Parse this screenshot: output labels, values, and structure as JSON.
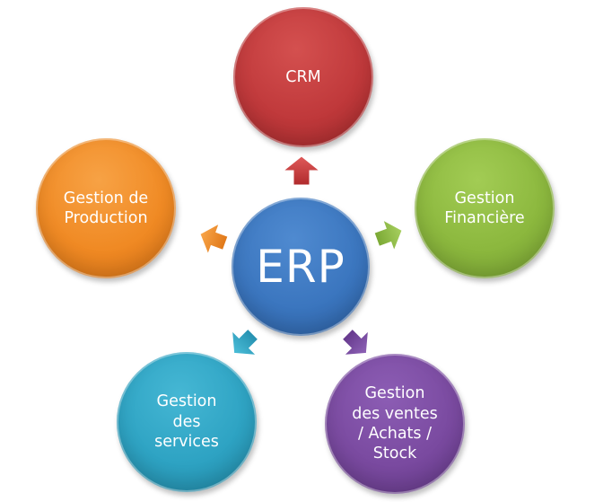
{
  "diagram": {
    "type": "radial-hub",
    "center": {
      "label": "ERP",
      "color": "#3b76bf"
    },
    "nodes": [
      {
        "id": "crm",
        "label": "CRM",
        "color": "#c0393b",
        "arrow_direction": "up"
      },
      {
        "id": "finance",
        "label": "Gestion\nFinancière",
        "color": "#8cb83e",
        "arrow_direction": "right"
      },
      {
        "id": "sales",
        "label": "Gestion\ndes ventes\n/ Achats /\nStock",
        "color": "#7a4aa0",
        "arrow_direction": "down-right"
      },
      {
        "id": "services",
        "label": "Gestion\ndes\nservices",
        "color": "#2ea3c3",
        "arrow_direction": "down-left"
      },
      {
        "id": "production",
        "label": "Gestion de\nProduction",
        "color": "#f08a24",
        "arrow_direction": "left"
      }
    ]
  }
}
